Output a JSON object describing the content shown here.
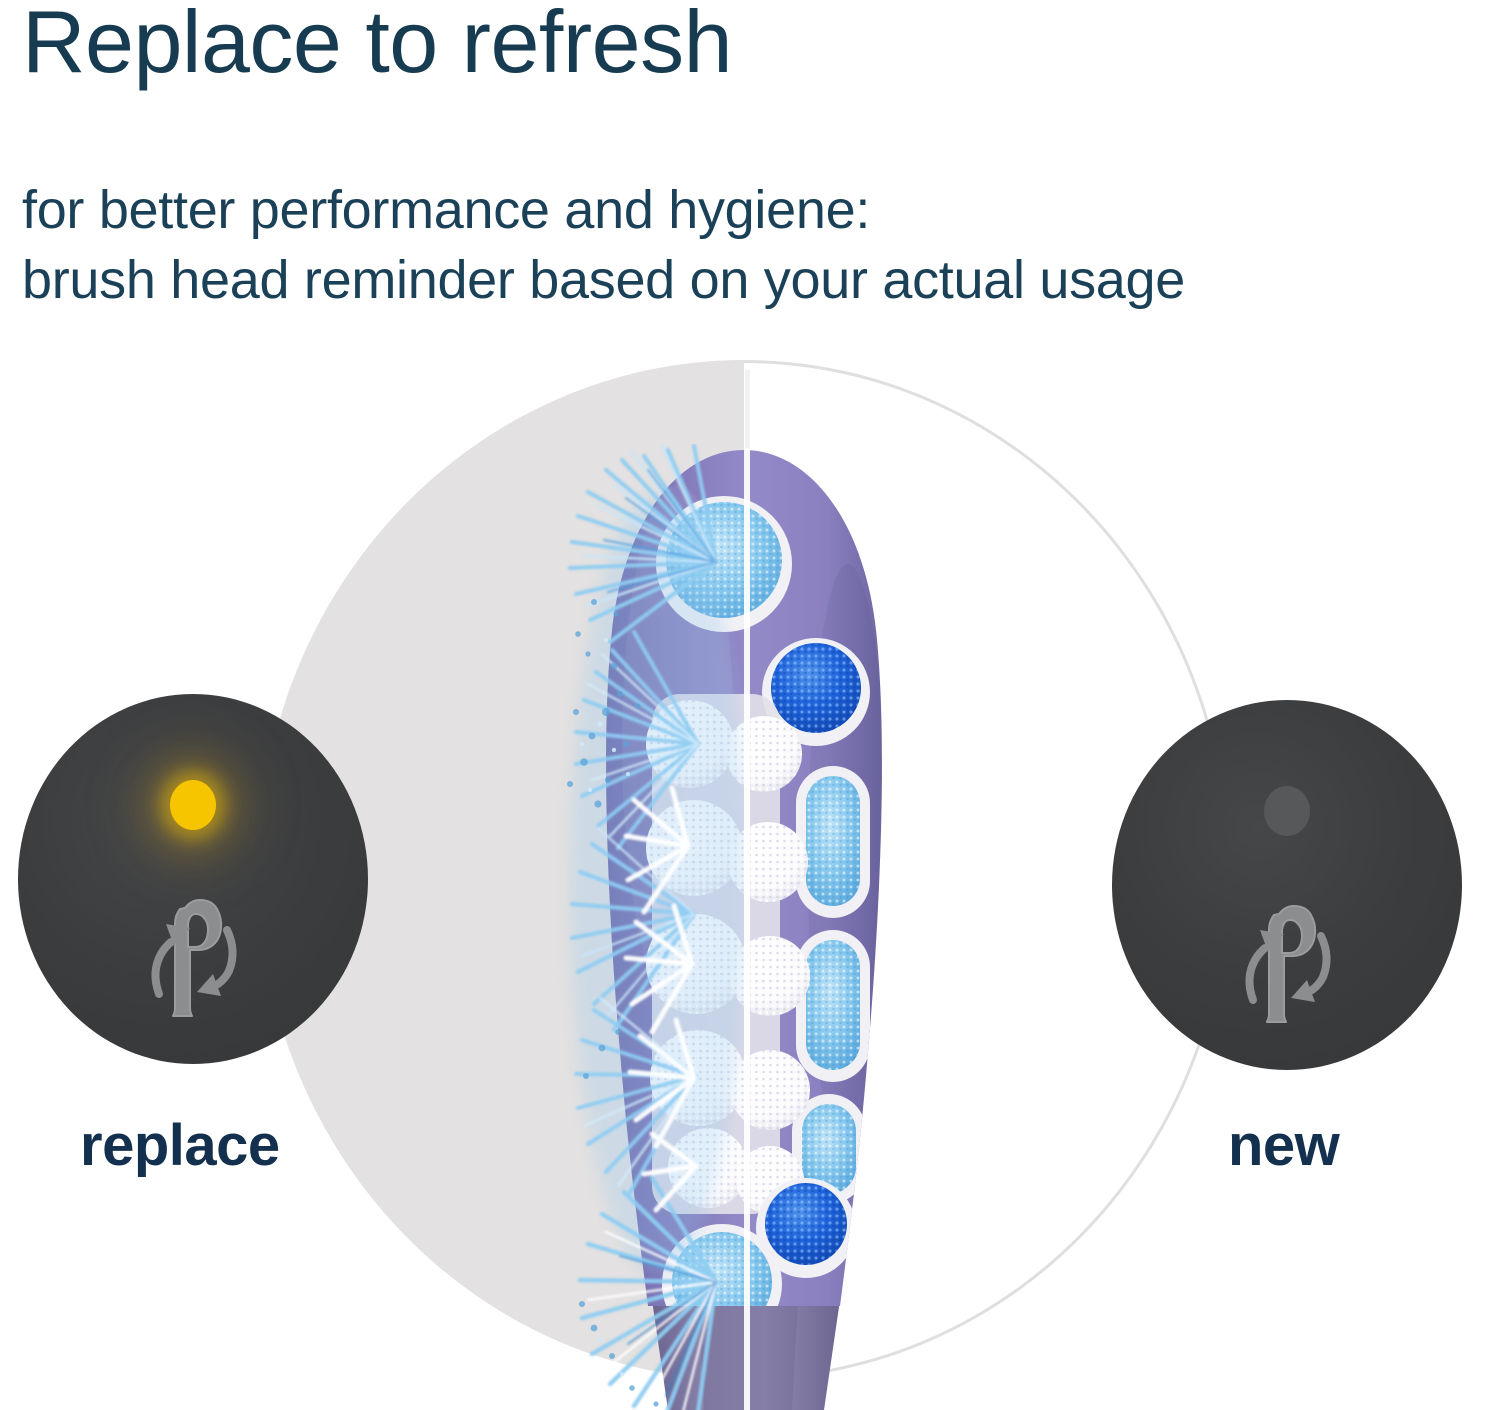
{
  "headline": "Replace to refresh",
  "subtitle": {
    "line1": "for better performance and hygiene:",
    "line2": "brush head reminder based on your actual usage"
  },
  "badges": {
    "left": {
      "caption": "replace",
      "led_state": "on",
      "led_color": "#f7c500",
      "icon": "brush-head-replace-icon",
      "background_color": "#3b3d3f"
    },
    "right": {
      "caption": "new",
      "led_state": "off",
      "led_color": "#56585a",
      "icon": "brush-head-replace-icon",
      "background_color": "#3b3d3f"
    }
  },
  "comparison": {
    "left_side_label": "worn brush head with splayed bristles",
    "right_side_label": "new brush head with intact bristles",
    "background_left_fill": "#e3e1e1",
    "background_right_outline": "#e0dede"
  },
  "brush_head": {
    "base_color": "#8b84c0",
    "tuft_colors": {
      "white": "#ffffff",
      "light_blue": "#7cc3ee",
      "deep_blue": "#1560d8"
    },
    "tufts": [
      {
        "id": "tuft-top-lightblue-circle",
        "type": "circle",
        "color": "light_blue"
      },
      {
        "id": "tuft-upper-deepblue-circle",
        "type": "circle",
        "color": "deep_blue"
      },
      {
        "id": "tuft-capsule-upper",
        "type": "capsule",
        "color": "light_blue"
      },
      {
        "id": "tuft-capsule-mid",
        "type": "capsule",
        "color": "light_blue"
      },
      {
        "id": "tuft-capsule-lower",
        "type": "capsule",
        "color": "light_blue"
      },
      {
        "id": "tuft-white-1",
        "type": "circle",
        "color": "white"
      },
      {
        "id": "tuft-white-2",
        "type": "circle",
        "color": "white"
      },
      {
        "id": "tuft-white-3",
        "type": "circle",
        "color": "white"
      },
      {
        "id": "tuft-white-4",
        "type": "circle",
        "color": "white"
      },
      {
        "id": "tuft-white-5",
        "type": "circle",
        "color": "white"
      },
      {
        "id": "tuft-white-6",
        "type": "circle",
        "color": "white"
      },
      {
        "id": "tuft-bottom-deepblue-circle",
        "type": "circle",
        "color": "deep_blue"
      },
      {
        "id": "tuft-bottom-lightblue-circle",
        "type": "circle",
        "color": "light_blue"
      }
    ]
  },
  "colors": {
    "headline": "#173c52",
    "subtitle": "#1b4158",
    "caption": "#13304f",
    "page_background": "#ffffff"
  }
}
